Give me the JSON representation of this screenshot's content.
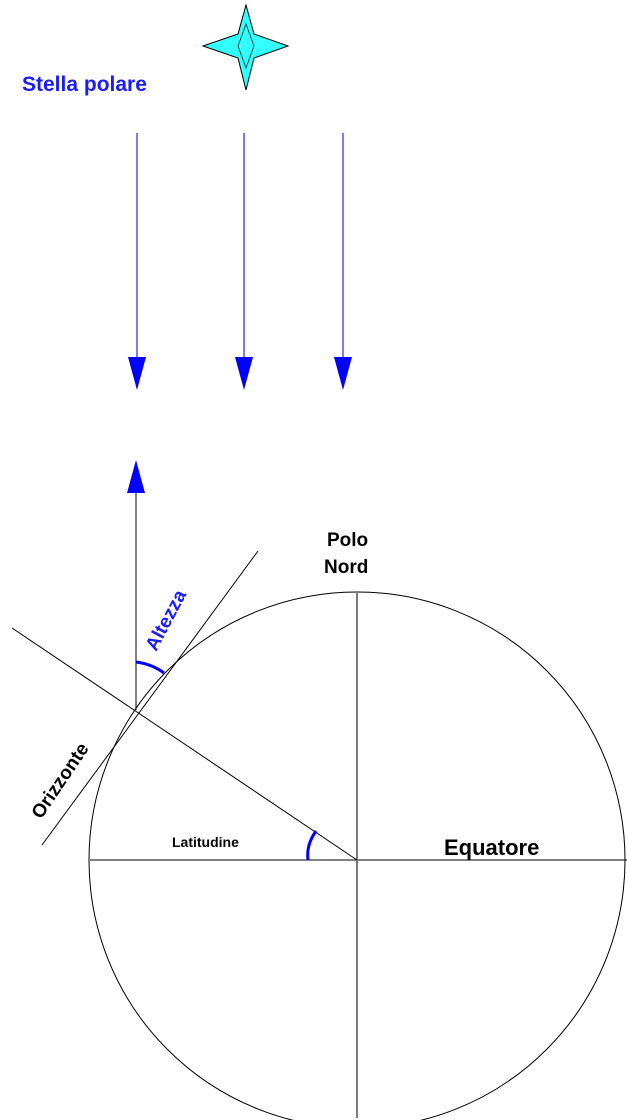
{
  "labels": {
    "star": "Stella polare",
    "pole_line1": "Polo",
    "pole_line2": "Nord",
    "altitude": "Altezza",
    "horizon": "Orizzonte",
    "latitude": "Latitudine",
    "equator": "Equatore"
  },
  "colors": {
    "blue_text": "#1a1aff",
    "ray": "#7a7aff",
    "arrowhead": "#0000ff",
    "star_fill": "#33ffff",
    "line": "#000000",
    "axis": "#7a7a7a"
  }
}
